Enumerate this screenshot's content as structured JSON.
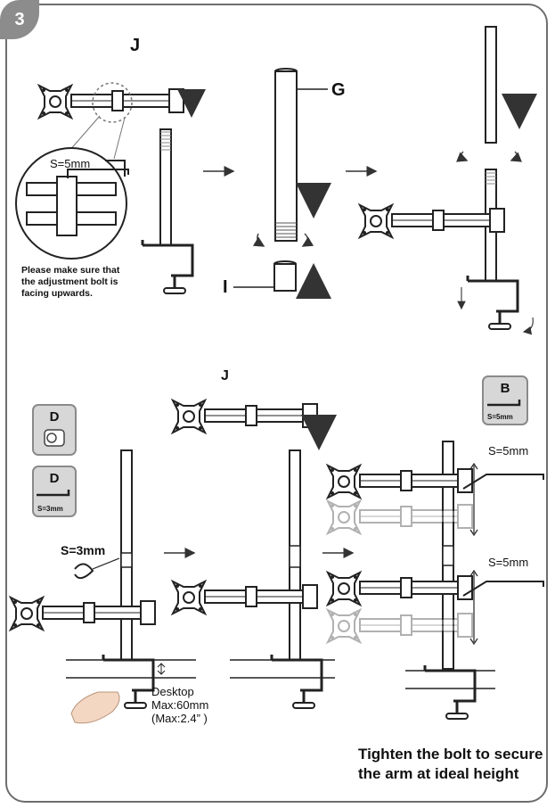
{
  "step": "3",
  "callouts": {
    "j_top": "J",
    "g": "G",
    "i": "I",
    "j_mid": "J"
  },
  "hex_key_labels": {
    "top_left": "S=5mm",
    "mid_left": "S=3mm",
    "right_upper": "S=5mm",
    "right_lower": "S=5mm"
  },
  "note": {
    "line1": "Please make sure that",
    "line2": "the adjustment bolt is",
    "line3": "facing upwards."
  },
  "tools": {
    "d_nut": {
      "letter": "D"
    },
    "d_key": {
      "letter": "D",
      "size": "S=3mm"
    },
    "b_key": {
      "letter": "B",
      "size": "S=5mm"
    }
  },
  "desktop": {
    "line1": "Desktop",
    "line2": "Max:60mm",
    "line3": "(Max:2.4” )"
  },
  "footer": {
    "line1": "Tighten the bolt to secure",
    "line2": "the arm at ideal height"
  },
  "colors": {
    "frame": "#6e6e6e",
    "badge": "#8c8c8c",
    "arrow": "#6b6b6b",
    "card": "#d7d7d7"
  }
}
